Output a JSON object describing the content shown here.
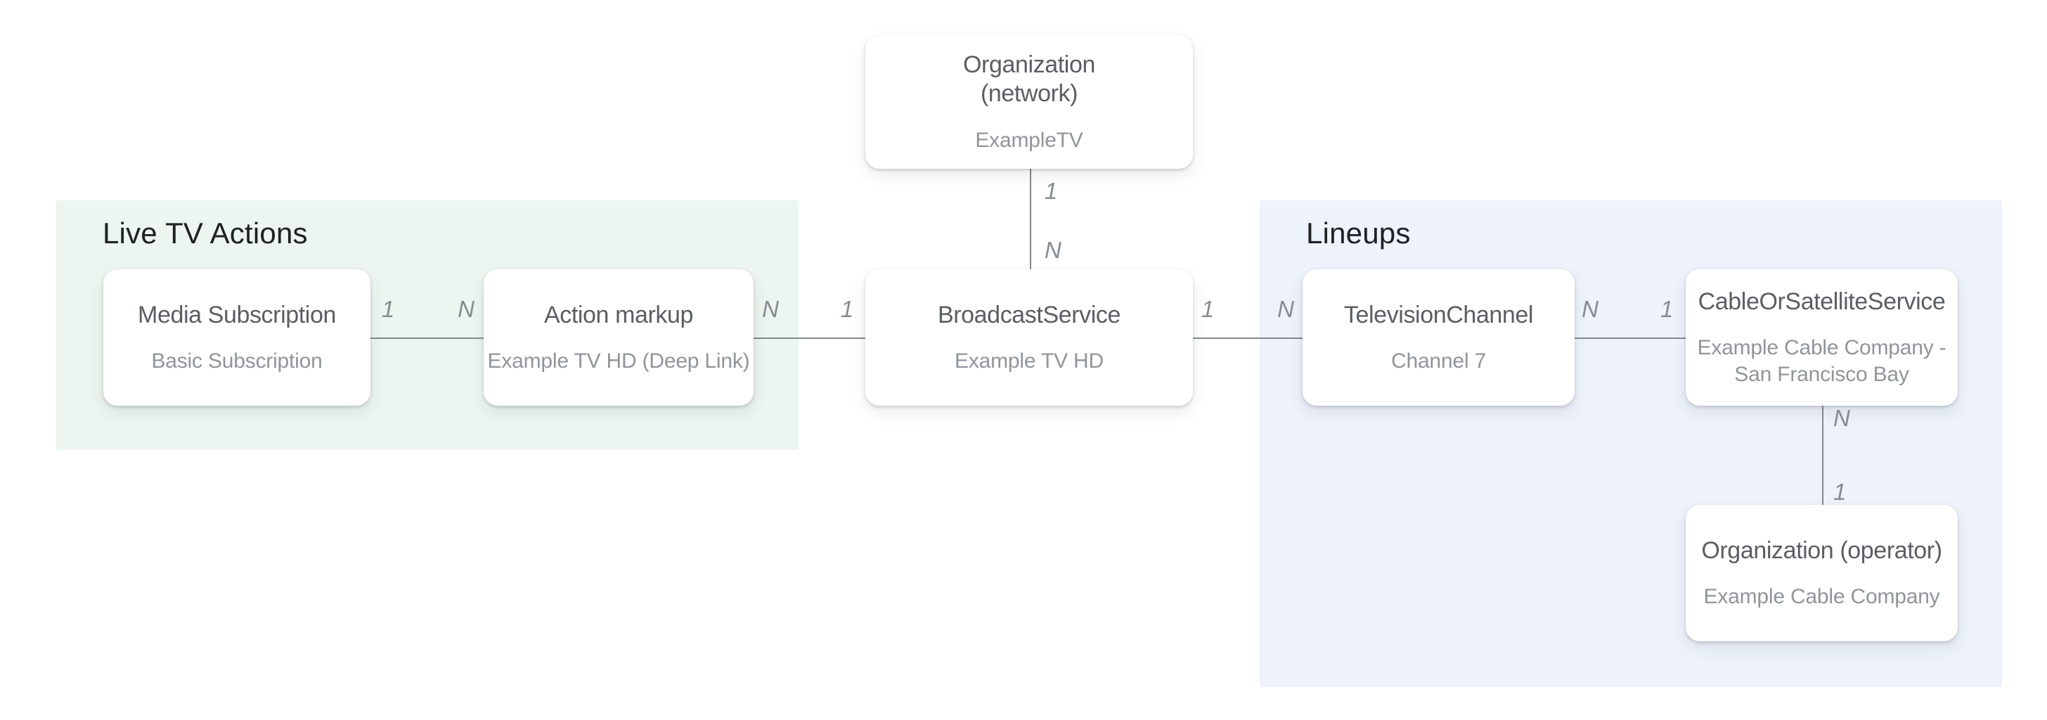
{
  "groups": {
    "live_tv_actions": {
      "label": "Live TV Actions"
    },
    "lineups": {
      "label": "Lineups"
    }
  },
  "nodes": {
    "organization_network": {
      "title": "Organization\n(network)",
      "subtitle": "ExampleTV"
    },
    "media_subscription": {
      "title": "Media Subscription",
      "subtitle": "Basic Subscription"
    },
    "action_markup": {
      "title": "Action markup",
      "subtitle": "Example TV HD (Deep Link)"
    },
    "broadcast_service": {
      "title": "BroadcastService",
      "subtitle": "Example TV HD"
    },
    "television_channel": {
      "title": "TelevisionChannel",
      "subtitle": "Channel 7"
    },
    "cable_or_satellite_service": {
      "title": "CableOrSatelliteService",
      "subtitle": "Example Cable Company -\nSan Francisco Bay"
    },
    "organization_operator": {
      "title": "Organization (operator)",
      "subtitle": "Example Cable Company"
    }
  },
  "connectors": {
    "network_to_broadcast": {
      "start": "1",
      "end": "N"
    },
    "media_to_action": {
      "start": "1",
      "end": "N"
    },
    "action_to_broadcast": {
      "start": "N",
      "end": "1"
    },
    "broadcast_to_channel": {
      "start": "1",
      "end": "N"
    },
    "channel_to_cable": {
      "start": "N",
      "end": "1"
    },
    "cable_to_operator": {
      "start": "N",
      "end": "1"
    }
  },
  "colors": {
    "live_tv_actions_background": "#ECF5EF",
    "lineups_background": "#EDF2FB",
    "node_title_text": "#5A5E63",
    "node_subtitle_text": "#8F959A",
    "group_label_text": "#202124",
    "connector_line": "#85898D",
    "cardinality_text": "#868B90"
  }
}
